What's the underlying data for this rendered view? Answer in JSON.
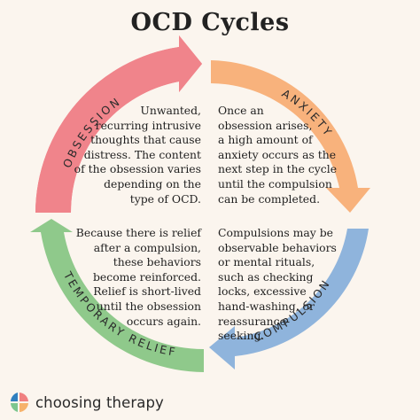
{
  "title": "OCD Cycles",
  "stages": {
    "obsession": {
      "label": "OBSESSION",
      "color": "#f0848b",
      "text": [
        "Unwanted,",
        "recurring intrusive",
        "thoughts that cause",
        "distress. The content",
        "of the obsession varies",
        "depending on the",
        "type of OCD."
      ]
    },
    "anxiety": {
      "label": "ANXIETY",
      "color": "#f8b27c",
      "text": [
        "Once an",
        "obsession arises,",
        "a high amount of",
        "anxiety occurs as the",
        "next step in the cycle",
        "until the compulsion",
        "can be completed."
      ]
    },
    "compulsion": {
      "label": "COMPULSION",
      "color": "#8fb4dc",
      "text": [
        "Compulsions may be",
        "observable behaviors",
        "or mental rituals,",
        "such as checking",
        "locks, excessive",
        "hand-washing, or",
        "reassurance-",
        "seeking."
      ]
    },
    "relief": {
      "label": "TEMPORARY RELIEF",
      "color": "#8fc98b",
      "text": [
        "Because there is relief",
        "after a compulsion,",
        "these behaviors",
        "become reinforced.",
        "Relief is short-lived",
        "until the obsession",
        "occurs again."
      ]
    }
  },
  "brand": {
    "name": "choosing therapy",
    "logo_icon": "choosing-therapy-logo-icon",
    "logo_colors": [
      "#2f7fbf",
      "#f08080",
      "#7cc68f",
      "#f6b26b"
    ]
  }
}
